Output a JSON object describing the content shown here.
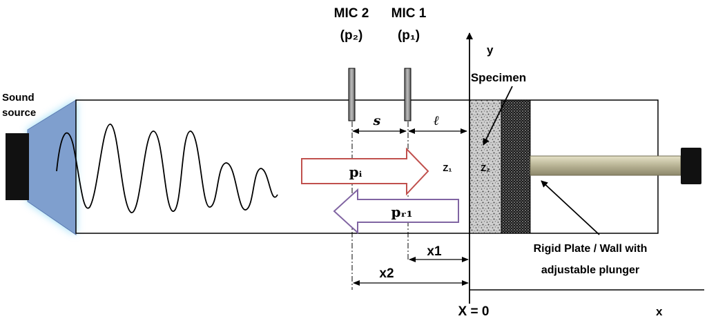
{
  "labels": {
    "source_line1": "Sound",
    "source_line2": "source",
    "mic2_title": "MIC 2",
    "mic2_pressure": "(p₂)",
    "mic1_title": "MIC 1",
    "mic1_pressure": "(p₁)",
    "spacing_s": "s",
    "spacing_l": "ℓ",
    "specimen": "Specimen",
    "axis_y": "y",
    "axis_x": "x",
    "origin": "X = 0",
    "dist_x1": "x1",
    "dist_x2": "x2",
    "incident_wave": "pᵢ",
    "reflected_wave": "pᵣ₁",
    "impedance_z1": "Z₁",
    "impedance_z2": "Z₂",
    "wall_line1": "Rigid Plate / Wall with",
    "wall_line2": "adjustable plunger"
  },
  "colors": {
    "incident_arrow": "#c0504d",
    "reflected_arrow": "#8064a2",
    "source_horn": "#7f9fce",
    "source_glow": "#7fd3f5",
    "plunger_rod": "#bcb89a",
    "specimen_fill": "#c9c9c9"
  }
}
